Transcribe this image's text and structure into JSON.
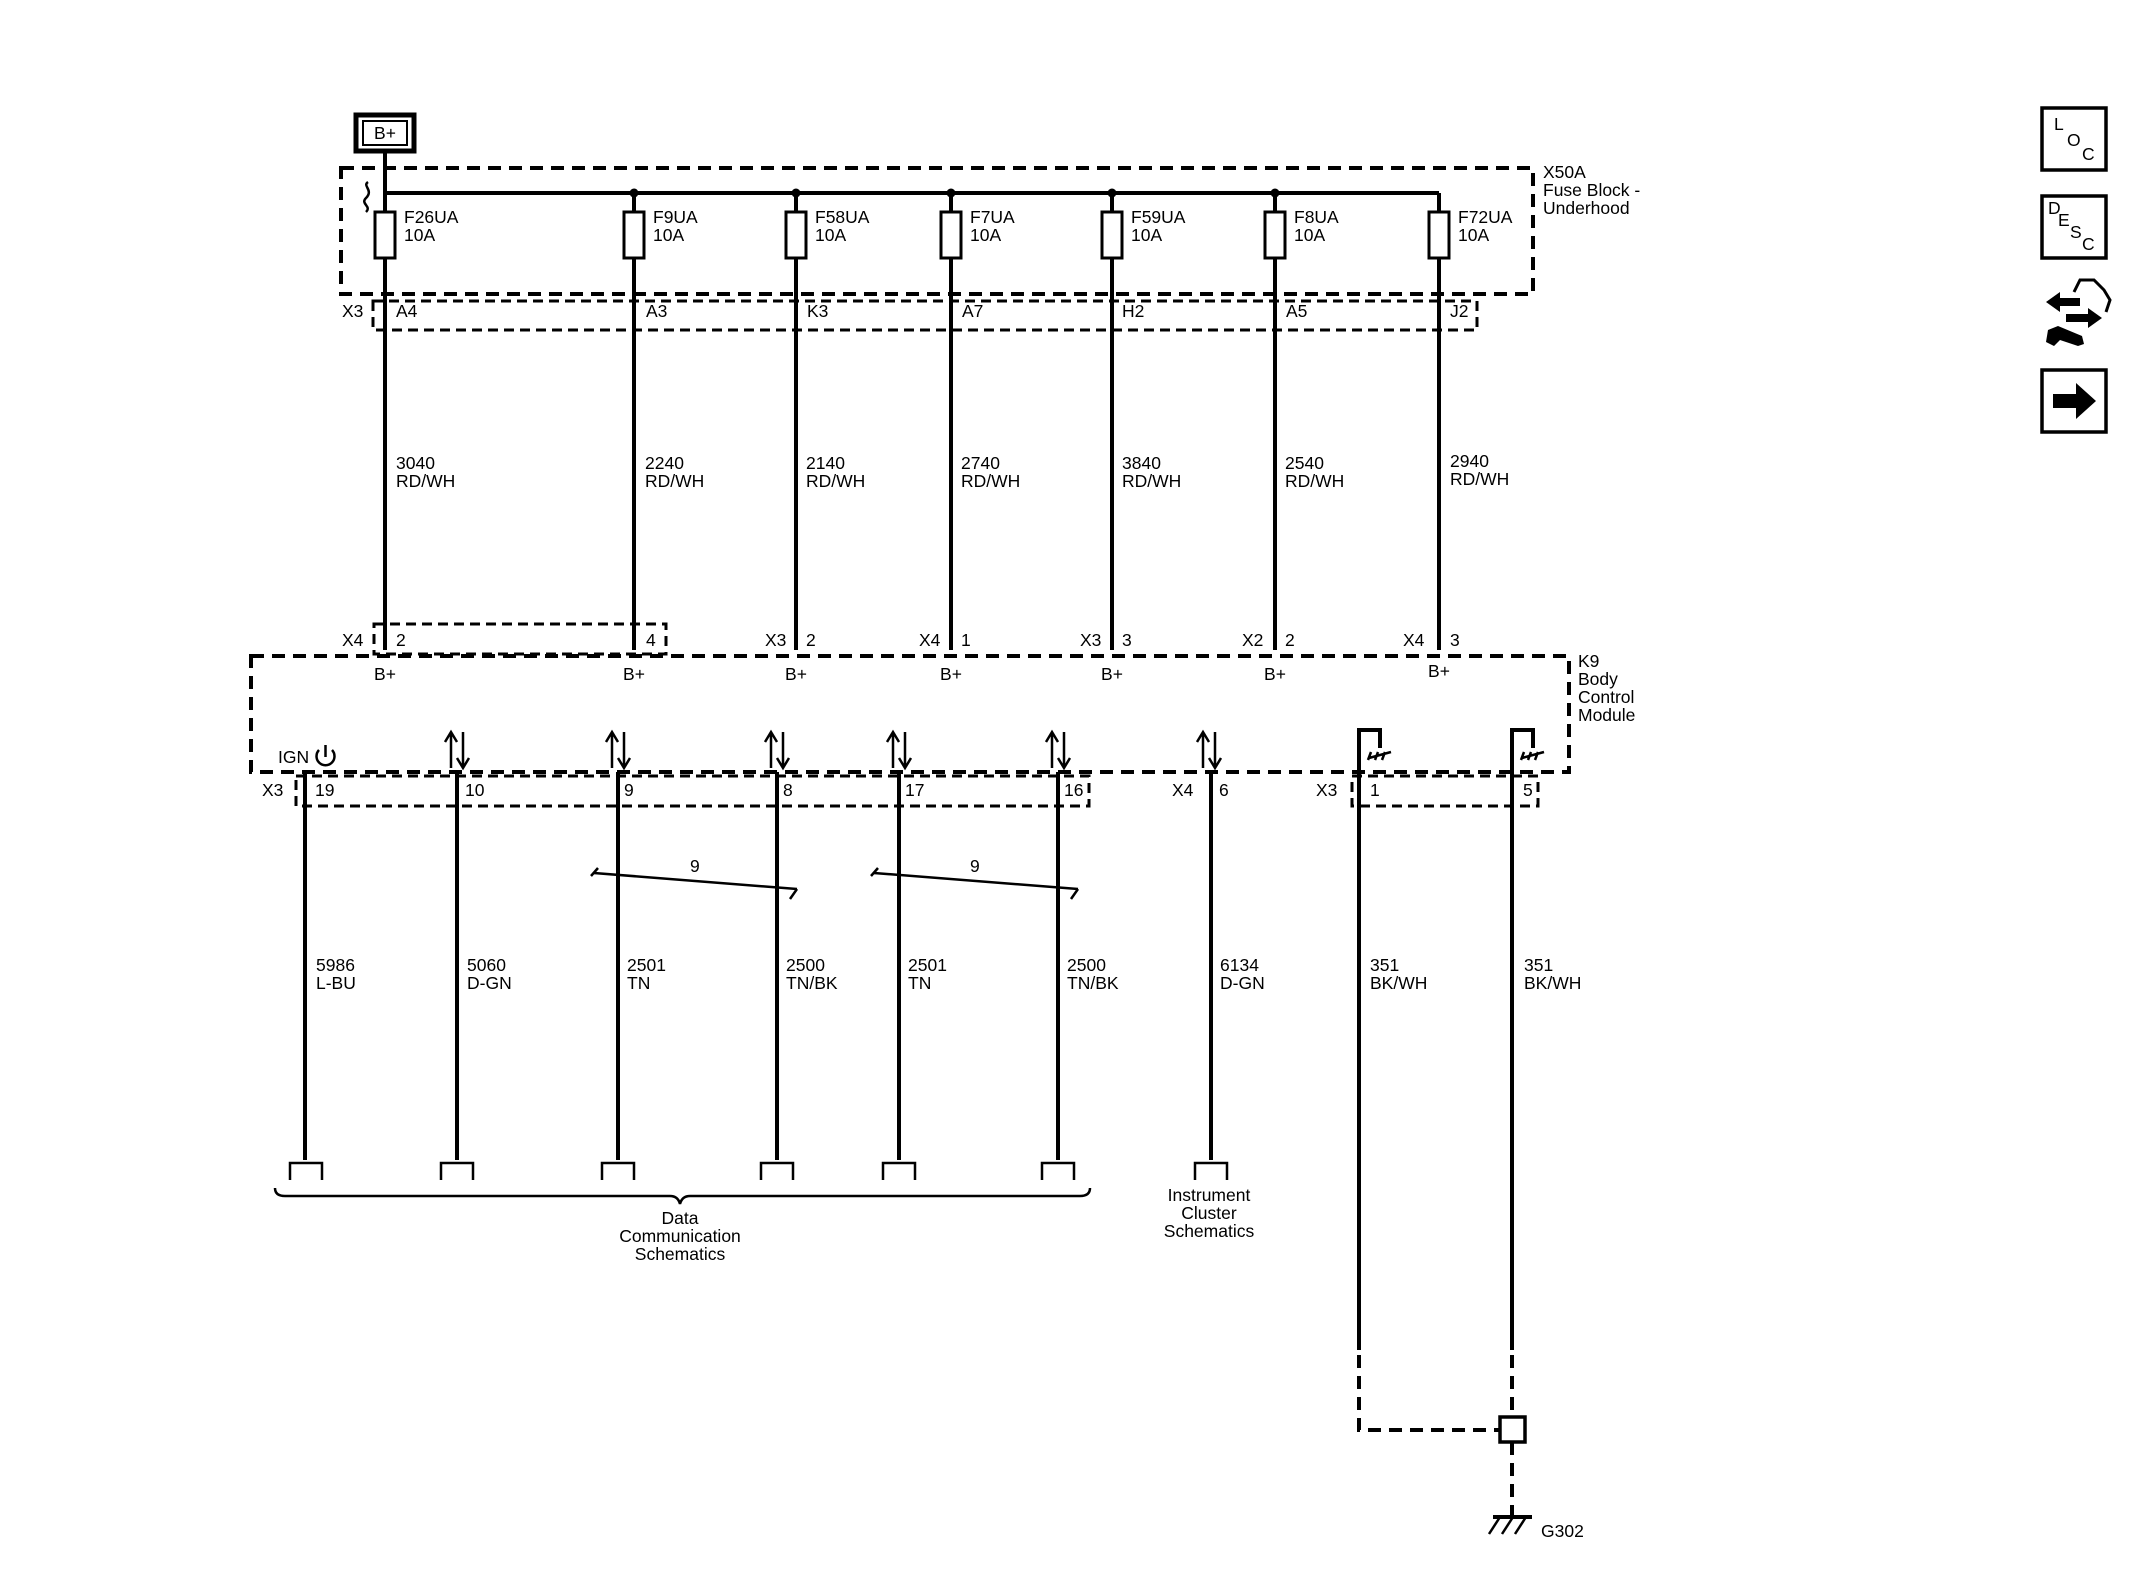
{
  "power": {
    "label": "B+"
  },
  "fuse_block": {
    "name": "X50A",
    "desc1": "Fuse Block -",
    "desc2": "Underhood",
    "connector": "X3",
    "fuses": [
      {
        "name": "F26UA",
        "rating": "10A",
        "pin": "A4"
      },
      {
        "name": "F9UA",
        "rating": "10A",
        "pin": "A3"
      },
      {
        "name": "F58UA",
        "rating": "10A",
        "pin": "K3"
      },
      {
        "name": "F7UA",
        "rating": "10A",
        "pin": "A7"
      },
      {
        "name": "F59UA",
        "rating": "10A",
        "pin": "H2"
      },
      {
        "name": "F8UA",
        "rating": "10A",
        "pin": "A5"
      },
      {
        "name": "F72UA",
        "rating": "10A",
        "pin": "J2"
      }
    ]
  },
  "power_wires": [
    {
      "circuit": "3040",
      "color": "RD/WH",
      "connector": "X4",
      "pin": "2",
      "terminal": "B+"
    },
    {
      "circuit": "2240",
      "color": "RD/WH",
      "connector": "",
      "pin": "4",
      "terminal": "B+"
    },
    {
      "circuit": "2140",
      "color": "RD/WH",
      "connector": "X3",
      "pin": "2",
      "terminal": "B+"
    },
    {
      "circuit": "2740",
      "color": "RD/WH",
      "connector": "X4",
      "pin": "1",
      "terminal": "B+"
    },
    {
      "circuit": "3840",
      "color": "RD/WH",
      "connector": "X3",
      "pin": "3",
      "terminal": "B+"
    },
    {
      "circuit": "2540",
      "color": "RD/WH",
      "connector": "X2",
      "pin": "2",
      "terminal": "B+"
    },
    {
      "circuit": "2940",
      "color": "RD/WH",
      "connector": "X4",
      "pin": "3",
      "terminal": "B+"
    }
  ],
  "bcm": {
    "name": "K9",
    "desc1": "Body",
    "desc2": "Control",
    "desc3": "Module",
    "ign_label": "IGN"
  },
  "output_wires": [
    {
      "connector": "X3",
      "pin": "19",
      "circuit": "5986",
      "color": "L-BU"
    },
    {
      "connector": "",
      "pin": "10",
      "circuit": "5060",
      "color": "D-GN"
    },
    {
      "connector": "",
      "pin": "9",
      "circuit": "2501",
      "color": "TN"
    },
    {
      "connector": "",
      "pin": "8",
      "circuit": "2500",
      "color": "TN/BK"
    },
    {
      "connector": "",
      "pin": "17",
      "circuit": "2501",
      "color": "TN"
    },
    {
      "connector": "",
      "pin": "16",
      "circuit": "2500",
      "color": "TN/BK"
    },
    {
      "connector": "X4",
      "pin": "6",
      "circuit": "6134",
      "color": "D-GN"
    },
    {
      "connector": "X3",
      "pin": "1",
      "circuit": "351",
      "color": "BK/WH"
    },
    {
      "connector": "",
      "pin": "5",
      "circuit": "351",
      "color": "BK/WH"
    }
  ],
  "twisted_pairs": [
    {
      "label": "9"
    },
    {
      "label": "9"
    }
  ],
  "references": {
    "data_comm": {
      "line1": "Data",
      "line2": "Communication",
      "line3": "Schematics"
    },
    "instrument": {
      "line1": "Instrument",
      "line2": "Cluster",
      "line3": "Schematics"
    }
  },
  "ground": {
    "label": "G302"
  },
  "sidebar": {
    "loc": {
      "l": "L",
      "o": "O",
      "c": "C"
    },
    "desc": {
      "d": "D",
      "e": "E",
      "s": "S",
      "c": "C"
    },
    "icons": [
      "loc-icon",
      "desc-icon",
      "connector-wrench-icon",
      "arrow-right-icon"
    ]
  }
}
